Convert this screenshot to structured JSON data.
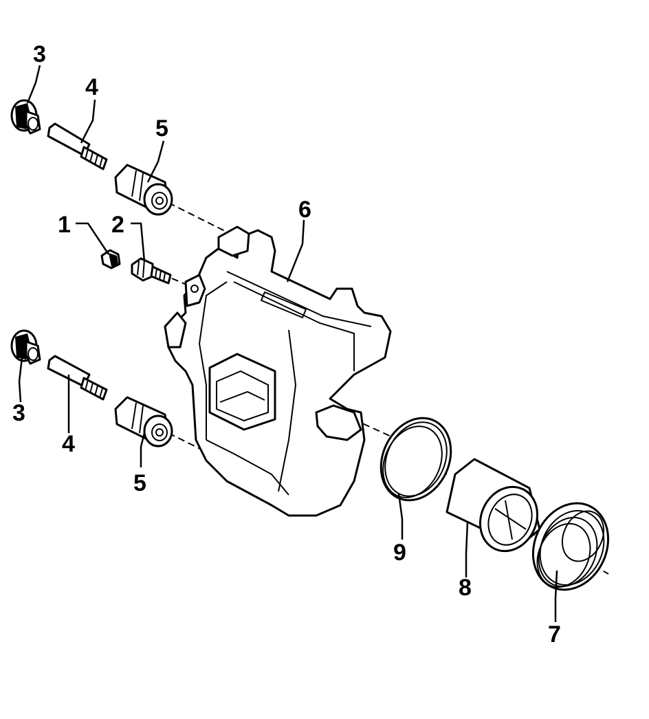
{
  "diagram": {
    "callouts": {
      "c1": "1",
      "c2": "2",
      "c3a": "3",
      "c3b": "3",
      "c4a": "4",
      "c4b": "4",
      "c5a": "5",
      "c5b": "5",
      "c6": "6",
      "c7": "7",
      "c8": "8",
      "c9": "9"
    },
    "colors": {
      "line": "#000000",
      "background": "#ffffff"
    }
  }
}
